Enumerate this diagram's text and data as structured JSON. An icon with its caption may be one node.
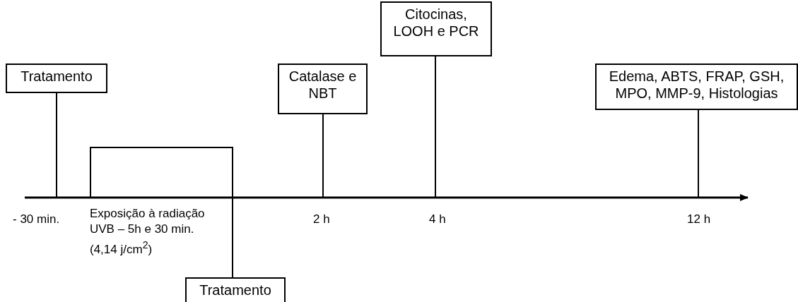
{
  "diagram": {
    "nodes": [
      {
        "text": [
          "Tratamento"
        ]
      },
      {
        "text": [],
        "shape": "bracket",
        "beside": [
          "Exposição à radiação UVB – 5h e 30 min. (4,14 j/cm$^{2}$)"
        ]
      },
      {
        "text": [
          "Catalase e NBT"
        ]
      },
      {
        "text": [
          "Citocinas, LOOH e PCR"
        ]
      },
      {
        "text": [
          "Edema, ABTS, FRAP, GSH, MPO, MMP-9, Histologias"
        ]
      },
      {
        "text": [
          "Tratamento"
        ]
      }
    ],
    "edges": [
      {
        "from": 0,
        "to": null,
        "arrow": "none"
      },
      {
        "from": 2,
        "to": null,
        "arrow": "none"
      },
      {
        "from": 3,
        "to": null,
        "arrow": "none"
      },
      {
        "from": 4,
        "to": null,
        "arrow": "none"
      },
      {
        "from": 1,
        "to": 5,
        "arrow": "none"
      }
    ],
    "labels": [
      "- 30 min.",
      "2 h",
      "4 h",
      "12 h"
    ]
  }
}
